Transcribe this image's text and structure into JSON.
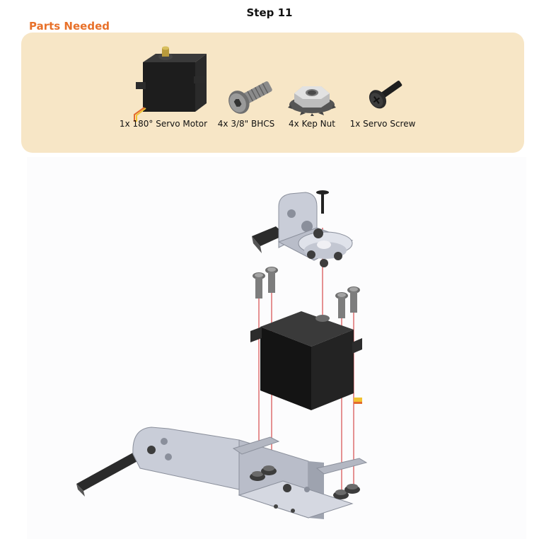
{
  "step": {
    "title": "Step 11"
  },
  "parts": {
    "heading": "Parts Needed",
    "items": [
      {
        "label": "1x 180° Servo Motor",
        "icon": "servo-motor-icon"
      },
      {
        "label": "4x 3/8\" BHCS",
        "icon": "bhcs-screw-icon"
      },
      {
        "label": "4x Kep Nut",
        "icon": "kep-nut-icon"
      },
      {
        "label": "1x Servo Screw",
        "icon": "servo-screw-icon"
      }
    ]
  },
  "colors": {
    "accent": "#e8712a",
    "panel": "#f7e6c6",
    "guide_line": "#d23a3a"
  }
}
